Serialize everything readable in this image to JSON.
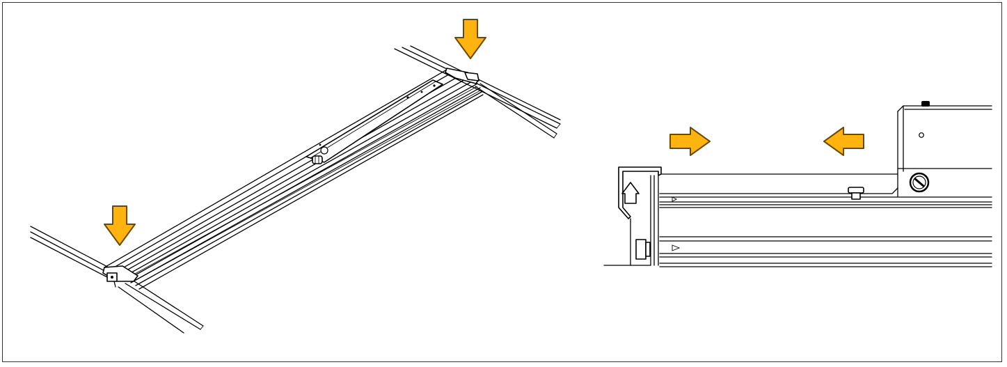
{
  "figure": {
    "panels": [
      {
        "id": "left-panel",
        "view": "isometric",
        "subject": "crossbar-on-rails"
      },
      {
        "id": "right-panel",
        "view": "side-detail",
        "subject": "bracket-engagement"
      }
    ],
    "arrows": {
      "color": "#FFB30F",
      "outline": "#6B4A00",
      "items": [
        {
          "panel": "left-panel",
          "direction": "down"
        },
        {
          "panel": "left-panel",
          "direction": "down"
        },
        {
          "panel": "right-panel",
          "direction": "right"
        },
        {
          "panel": "right-panel",
          "direction": "left"
        }
      ]
    }
  }
}
